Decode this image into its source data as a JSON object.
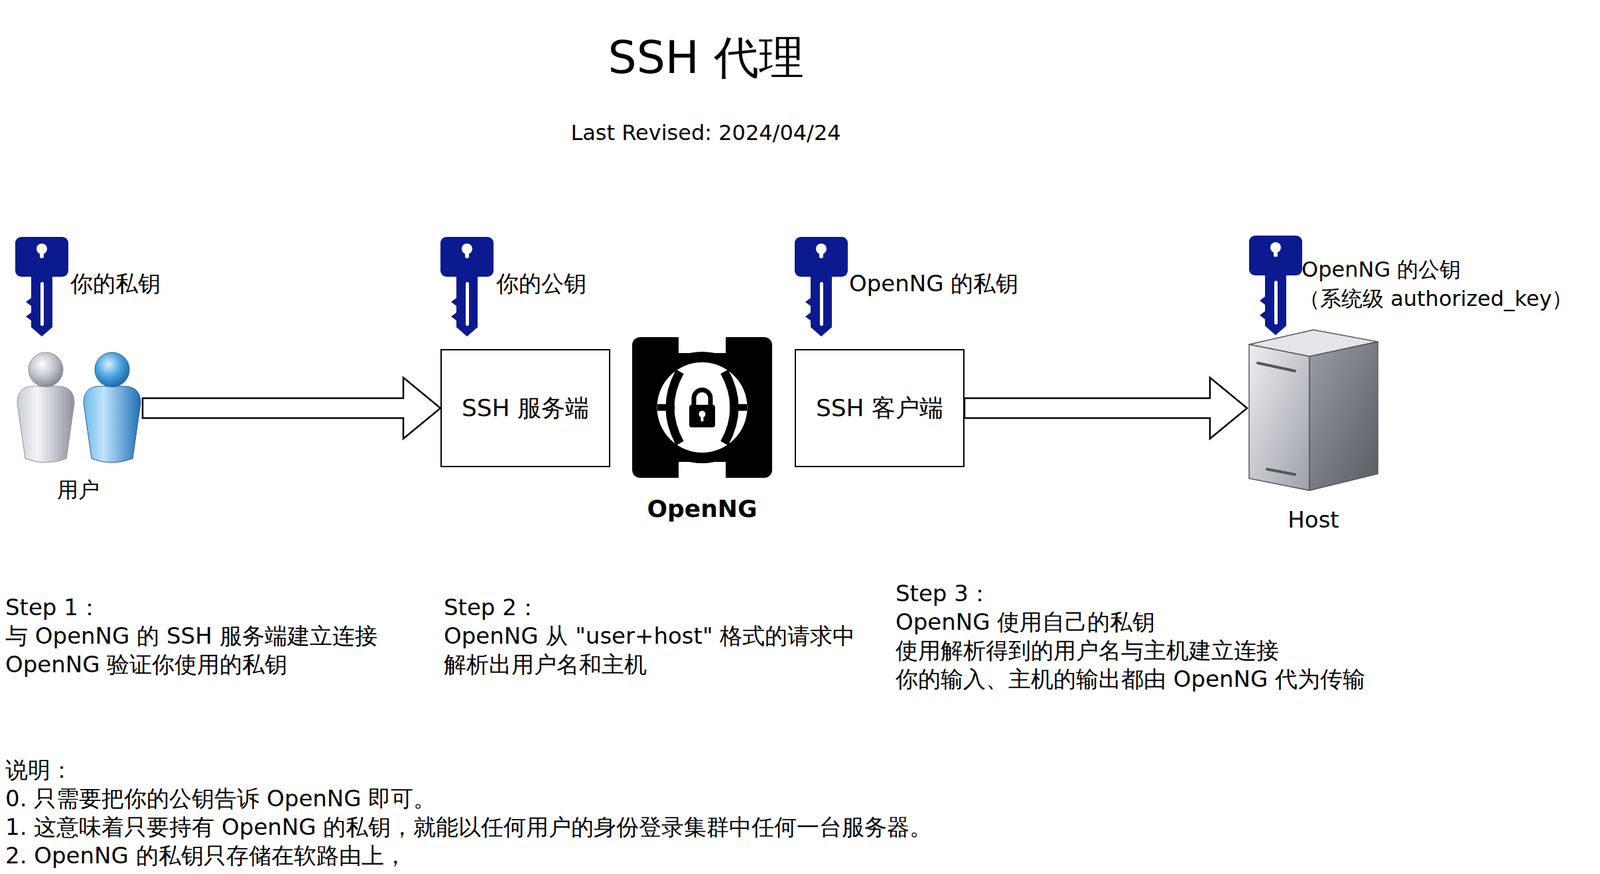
{
  "diagram": {
    "title": "SSH 代理",
    "nodes": [
      {
        "text": [
          "用户"
        ]
      },
      {
        "text": [
          "SSH 服务端"
        ]
      },
      {
        "text": [
          "OpenNG"
        ]
      },
      {
        "text": [
          "SSH 客户端"
        ]
      },
      {
        "text": [
          "Host"
        ]
      }
    ],
    "edges": [
      {
        "from": 0,
        "to": 1,
        "arrow": "to"
      },
      {
        "from": 3,
        "to": 4,
        "arrow": "to"
      }
    ],
    "labels": [
      "Last Revised: 2024/04/24",
      "你的私钥",
      "你的公钥",
      "OpenNG 的私钥",
      "OpenNG 的公钥",
      "（系统级 authorized_key）",
      "Step 1：",
      "与 OpenNG 的 SSH 服务端建立连接",
      "OpenNG 验证你使用的私钥",
      "Step 2：",
      "OpenNG 从 \"user+host\" 格式的请求中",
      "解析出用户名和主机",
      "Step 3：",
      "OpenNG 使用自己的私钥",
      "使用解析得到的用户名与主机建立连接",
      "你的输入、主机的输出都由 OpenNG 代为传输",
      "说明：",
      "0. 只需要把你的公钥告诉 OpenNG 即可。",
      "1. 这意味着只要持有 OpenNG 的私钥，就能以任何用户的身份登录集群中任何一台服务器。",
      "2. OpenNG 的私钥只存储在软路由上，"
    ]
  }
}
